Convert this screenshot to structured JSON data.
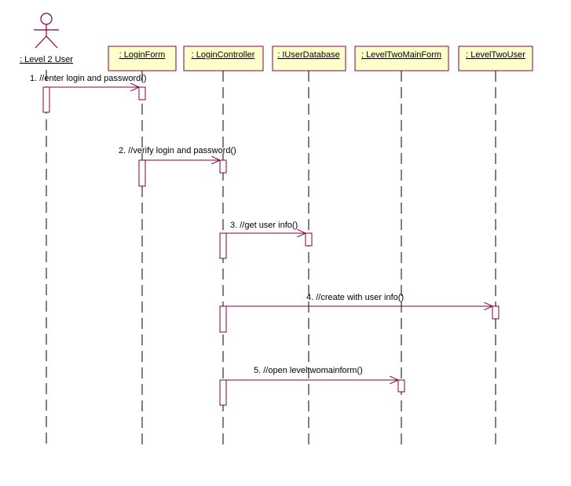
{
  "actor": {
    "label": ": Level 2 User",
    "icon": "stick-figure-icon"
  },
  "objects": [
    {
      "id": "loginform",
      "label": ": LoginForm"
    },
    {
      "id": "logincontroller",
      "label": ": LoginController"
    },
    {
      "id": "iuserdatabase",
      "label": ": IUserDatabase"
    },
    {
      "id": "leveltwomainform",
      "label": ": LevelTwoMainForm"
    },
    {
      "id": "leveltwouser",
      "label": ": LevelTwoUser"
    }
  ],
  "messages": [
    {
      "label": "1. //enter login and password()"
    },
    {
      "label": "2. //verify login and password()"
    },
    {
      "label": "3. //get user info()"
    },
    {
      "label": "4. //create with user info()"
    },
    {
      "label": "5. //open leveltwomainform()"
    }
  ],
  "colors": {
    "line": "#800040",
    "box_fill": "#ffffcc"
  }
}
